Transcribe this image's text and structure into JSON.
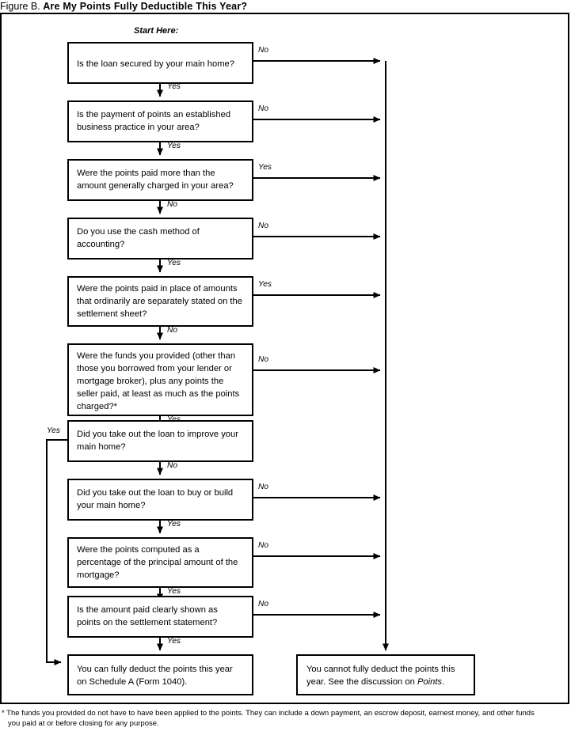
{
  "figure": {
    "prefix": "Figure B.",
    "title": "Are My Points Fully Deductible This Year?"
  },
  "start_label": "Start Here:",
  "labels": {
    "yes": "Yes",
    "no": "No"
  },
  "nodes": [
    {
      "id": "q1",
      "lines": [
        "Is the loan secured by your main home?"
      ],
      "exit_side_label": "No",
      "exit_down_label": "Yes"
    },
    {
      "id": "q2",
      "lines": [
        "Is the payment of points an established",
        "business practice in your area?"
      ],
      "exit_side_label": "No",
      "exit_down_label": "Yes"
    },
    {
      "id": "q3",
      "lines": [
        "Were the points paid more than the",
        "amount generally charged in your area?"
      ],
      "exit_side_label": "Yes",
      "exit_down_label": "No"
    },
    {
      "id": "q4",
      "lines": [
        "Do you use the cash method of",
        "accounting?"
      ],
      "exit_side_label": "No",
      "exit_down_label": "Yes"
    },
    {
      "id": "q5",
      "lines": [
        "Were the points paid in place of amounts",
        "that ordinarily are separately stated on the",
        "settlement sheet?"
      ],
      "exit_side_label": "Yes",
      "exit_down_label": "No"
    },
    {
      "id": "q6",
      "lines": [
        "Were the funds you provided (other than",
        "those you borrowed from your lender or",
        "mortgage broker), plus any points the",
        "seller paid, at least as much as the points",
        "charged?*"
      ],
      "exit_side_label": "No",
      "exit_down_label": "Yes"
    },
    {
      "id": "q7",
      "lines": [
        "Did you take out the loan to improve your",
        "main home?"
      ],
      "exit_side_label": "Yes",
      "exit_down_label": "No"
    },
    {
      "id": "q8",
      "lines": [
        "Did you take out the loan to buy or build",
        "your main home?"
      ],
      "exit_side_label": "No",
      "exit_down_label": "Yes"
    },
    {
      "id": "q9",
      "lines": [
        "Were the points computed as a",
        "percentage of the principal amount of the",
        "mortgage?"
      ],
      "exit_side_label": "No",
      "exit_down_label": "Yes"
    },
    {
      "id": "q10",
      "lines": [
        "Is the amount paid clearly shown as",
        "points on the settlement statement?"
      ],
      "exit_side_label": "No",
      "exit_down_label": "Yes"
    }
  ],
  "outcomes": {
    "deductible": {
      "id": "outcome-yes",
      "lines": [
        "You can fully deduct the points this year",
        "on Schedule A (Form 1040)."
      ]
    },
    "not_deductible": {
      "id": "outcome-no",
      "line1": "You cannot fully deduct the points this",
      "line2_a": "year. See the discussion on ",
      "line2_italic": "Points",
      "line2_b": "."
    }
  },
  "footnote": {
    "line1": "* The funds you provided do not have to have been applied to the points. They can include a down payment, an escrow deposit, earnest money, and other funds",
    "line2": "you paid at or before closing for any purpose."
  },
  "colors": {
    "ink": "#000000",
    "paper": "#ffffff"
  }
}
